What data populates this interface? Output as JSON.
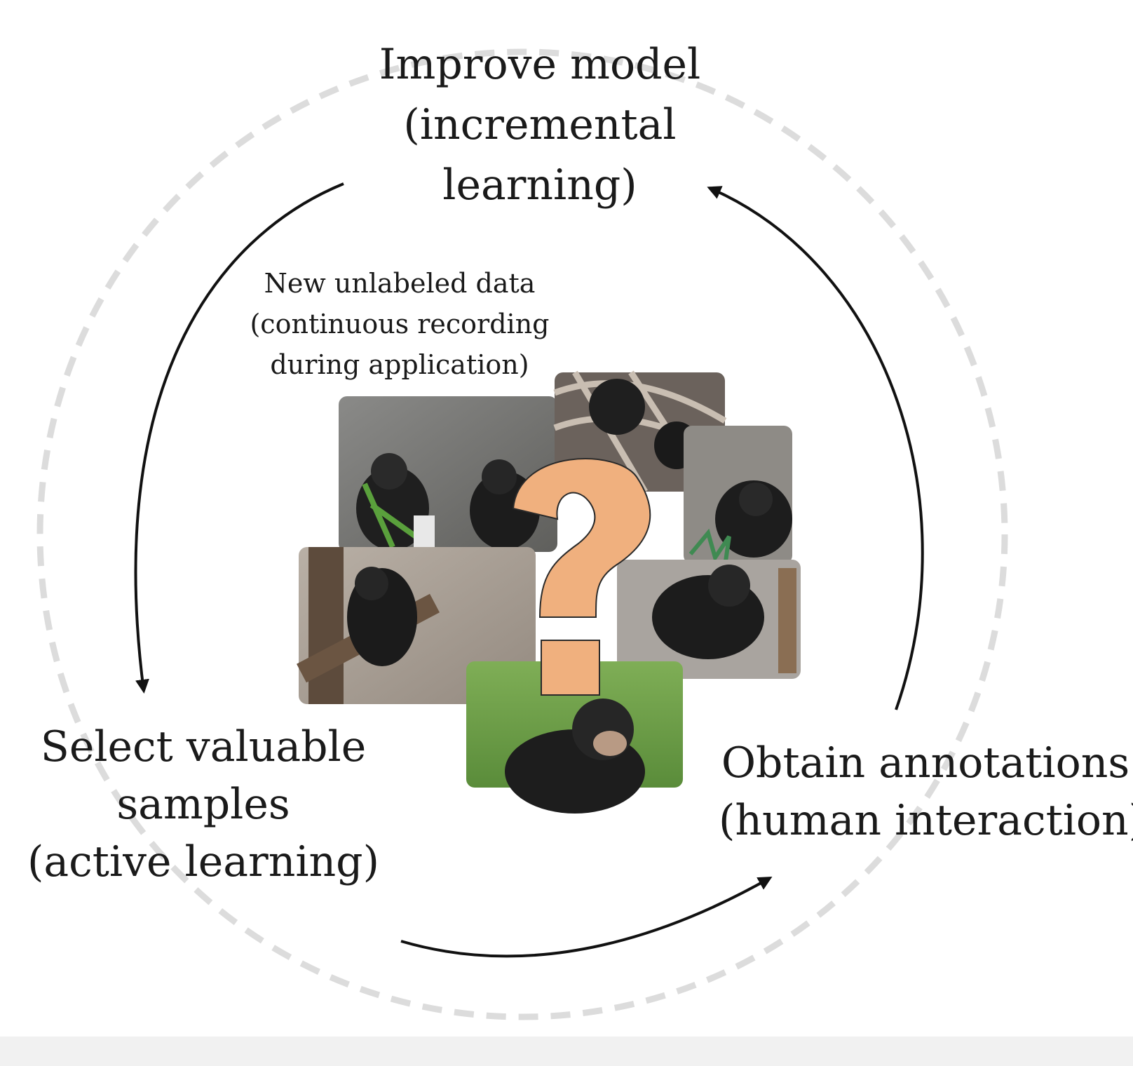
{
  "diagram": {
    "top_label": [
      "Improve model",
      "(incremental",
      "learning)"
    ],
    "center_label": [
      "New unlabeled data",
      "(continuous recording",
      "during application)"
    ],
    "left_label": [
      "Select valuable",
      "samples",
      "(active learning)"
    ],
    "right_label": [
      "Obtain annotations",
      "(human interaction)"
    ],
    "question_mark": "?"
  },
  "colors": {
    "background": "#ffffff",
    "text": "#1a1a1a",
    "arrow": "#111111",
    "dashed_circle": "#dcdcdc",
    "question_fill": "#f0b07e",
    "question_stroke": "#2a2a2a"
  },
  "icons": {
    "cycle_arrows": "curved-arrow-icon",
    "photos": "chimpanzee-photo"
  }
}
